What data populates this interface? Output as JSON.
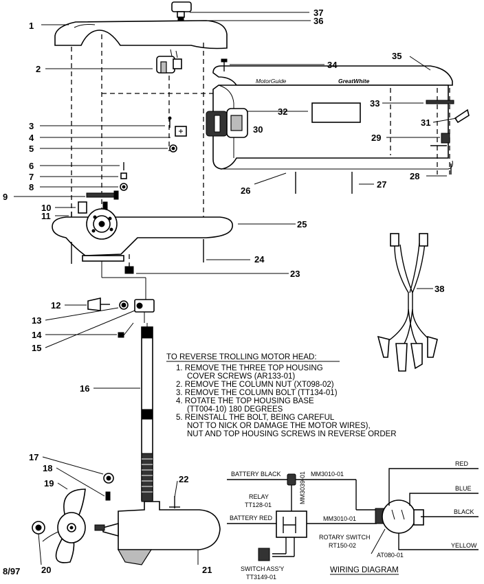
{
  "callouts": {
    "c1": "1",
    "c2": "2",
    "c3": "3",
    "c4": "4",
    "c5": "5",
    "c6": "6",
    "c7": "7",
    "c8": "8",
    "c9": "9",
    "c10": "10",
    "c11": "11",
    "c12": "12",
    "c13": "13",
    "c14": "14",
    "c15": "15",
    "c16": "16",
    "c17": "17",
    "c18": "18",
    "c19": "19",
    "c20": "20",
    "c21": "21",
    "c22": "22",
    "c23": "23",
    "c24": "24",
    "c25": "25",
    "c26": "26",
    "c27": "27",
    "c28": "28",
    "c29": "29",
    "c30": "30",
    "c31": "31",
    "c32": "32",
    "c33": "33",
    "c34": "34",
    "c35": "35",
    "c36": "36",
    "c37": "37",
    "c38": "38"
  },
  "housing_text": {
    "left": "MotorGuide",
    "right": "GreatWhite"
  },
  "instructions": {
    "title": "TO REVERSE TROLLING MOTOR HEAD:",
    "lines": [
      "1. REMOVE THE THREE TOP HOUSING",
      "COVER SCREWS (AR133-01)",
      "2. REMOVE THE COLUMN NUT (XT098-02)",
      "3. REMOVE THE COLUMN BOLT (TT134-01)",
      "4. ROTATE THE TOP HOUSING BASE",
      "(TT004-10) 180 DEGREES",
      "5. REINSTALL THE BOLT, BEING CAREFUL",
      "NOT TO NICK OR DAMAGE THE MOTOR WIRES),",
      "NUT AND TOP HOUSING SCREWS IN REVERSE ORDER"
    ]
  },
  "wiring": {
    "battery_black": "BATTERY BLACK",
    "battery_red": "BATTERY RED",
    "relay": "RELAY",
    "relay_part": "TT128-01",
    "wire_top": "MM3010-01",
    "wire_vertical": "MM3039-01",
    "wire_middle": "MM3010-01",
    "rotary_switch": "ROTARY SWITCH",
    "rotary_part": "RT150-02",
    "at_part": "AT080-01",
    "switch_assy": "SWITCH ASS'Y",
    "switch_part": "TT3149-01",
    "red": "RED",
    "blue": "BLUE",
    "black": "BLACK",
    "yellow": "YELLOW",
    "title": "WIRING DIAGRAM"
  },
  "date_code": "8/97"
}
